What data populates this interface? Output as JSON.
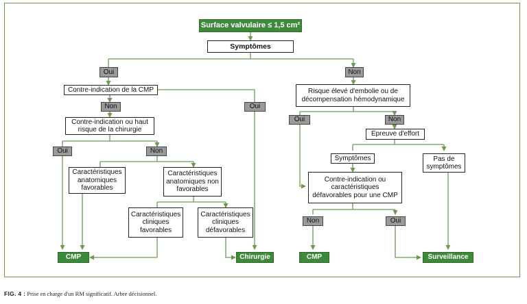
{
  "colors": {
    "accent": "#3f8a3a",
    "label_fill": "#9a9a9a",
    "arrow": "#6a9a4f"
  },
  "nodes": {
    "surface": "Surface valvulaire ≤ 1,5 cm²",
    "symptomes_top": "Symptômes",
    "oui_left": "Oui",
    "non_right": "Non",
    "ci_cmp": "Contre-indication de la CMP",
    "non_ci_cmp": "Non",
    "oui_chir": "Oui",
    "ci_chir": "Contre-indication ou haut risque de la chirurgie",
    "oui_ci_chir": "Oui",
    "non_ci_chir": "Non",
    "anat_fav": "Caractéristiques anatomiques favorables",
    "anat_nonfav": "Caractéristiques anatomiques non favorables",
    "clin_fav": "Caractéristiques cliniques favorables",
    "clin_defav": "Caractéristiques cliniques défavorables",
    "cmp_left": "CMP",
    "chirurgie": "Chirurgie",
    "risque": "Risque élevé d'embolie ou de décompensation hémodynamique",
    "oui_risque": "Oui",
    "non_risque": "Non",
    "epreuve": "Epreuve d'effort",
    "symptomes_ep": "Symptômes",
    "pas_symptomes": "Pas de symptômes",
    "ci_cmp2": "Contre-indication ou caractéristiques défavorables pour une CMP",
    "non_ci2": "Non",
    "oui_ci2": "Oui",
    "cmp_right": "CMP",
    "surveillance": "Surveillance"
  },
  "caption": {
    "label": "FIG. 4 :",
    "text": " Prise en charge d'un RM significatif. Arbre décisionnel."
  }
}
